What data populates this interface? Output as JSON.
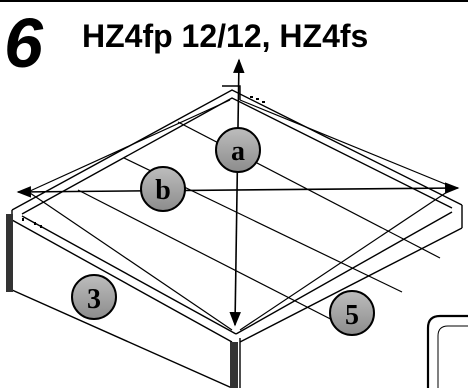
{
  "step": {
    "number": "6",
    "title": "HZ4fp 12/12, HZ4fs"
  },
  "callouts": {
    "a": "a",
    "b": "b",
    "part_3": "3",
    "part_5": "5"
  }
}
